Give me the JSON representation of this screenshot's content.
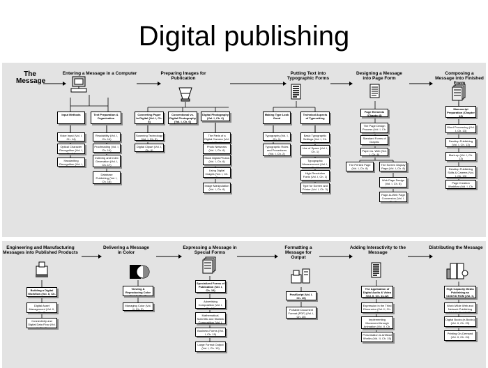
{
  "title": "Digital publishing",
  "stages": [
    {
      "name": "The Message"
    },
    {
      "name": "Entering a Message in a Computer",
      "cols": [
        {
          "head": "Input Methods",
          "items": [
            "Voice Input (Vol. I, Ch. 14)",
            "Optical Character Recognition (Vol. I, Ch. 14)",
            "Handwriting Recognition (Vol. I, Ch. 14)"
          ]
        },
        {
          "head": "Text Preparation & Organization",
          "items": [
            "Readability (Vol. I, Ch. 14)",
            "Proofreading (Vol. I, Ch. 14)",
            "Indexing and Index Generation (Vol. I, Ch. 17)",
            "Database Publishing (Vol. I, Ch. 16)"
          ]
        }
      ]
    },
    {
      "name": "Preparing Images for Publication",
      "cols": [
        {
          "head": "Converting Paper to Digital (Vol. I, Ch. 5)",
          "items": [
            "Scanning Technology (Vol. I, Ch. 5)",
            "Digital Clipart (Vol. I, Ch. 6)"
          ]
        },
        {
          "head": "Conventional vs. Digital Photography (Vol. I, Ch. 6)",
          "items": []
        },
        {
          "head": "Digital Photography (Vol. I, Ch. 6)",
          "items": [
            "The Parts of a Digital Camera (Vol. I, Ch. 6)",
            "Photo Networks (Vol. I, Ch. 6)",
            "Stock Digital Photos (Vol. I, Ch. 6)",
            "Using Digital Images (Vol. I, Ch. 6)",
            "Image Manipulation (Vol. I, Ch. 6)"
          ]
        }
      ]
    },
    {
      "name": "Putting Text into Typographic Forms",
      "cols": [
        {
          "head": "Making Type Look Good",
          "items": [
            "Typography (Vol. I, Ch. 1)",
            "Typographic Rules and Procedures (Vol. I, Ch. 2)"
          ]
        },
        {
          "head": "Technical Aspects of Typesetting",
          "items": [
            "Basic Typographic Settings (Vol. I, Ch. 1)",
            "Use of Space (Vol. I, Ch. 1)",
            "Typographic Measurement (Vol. I, Ch. 1)",
            "High-Resolution Fonts (Vol. I, Ch. 1)",
            "Type for Screen and Printer (Vol. I, Ch. 3)"
          ]
        }
      ]
    },
    {
      "name": "Designing a Message into Page Form",
      "cols": [
        {
          "head": "Page Elements (Chapter 8)",
          "items": [
            "The Page Design Process (Vol. I, Ch. 8)",
            "Standard Forms of Graphic Representation (Vol. I, Ch. 8)",
            "Paper vs. Web (Vol. I, Ch. 8)",
            "The Printed Page (Vol. I, Ch. 8)",
            "The Screen Display Page (Vol. I, Ch. 8)",
            "Web Page Design (Vol. I, Ch. 8)",
            "Page-to-Web Page Conversion (Vol. I, Ch. 8)"
          ]
        }
      ]
    },
    {
      "name": "Composing a Message into Finished Form",
      "cols": [
        {
          "head": "Manuscript Preparation (Chapter 13)",
          "items": [
            "Word Processing (Vol. I, Ch. 13)",
            "Desktop Publishing (Vol. I, Ch. 13)",
            "Mark-up (Vol. I, Ch. 13)",
            "Desktop Publishing Skills & Careers (Vol. I, Ch. 13)",
            "Page Creation Workflow (Vol. I, Ch. 18)"
          ]
        }
      ]
    },
    {
      "name": "Engineering and Manufacturing Messages into Published Products",
      "cols": [
        {
          "head": "Building a Digital Workflow (Vol. II, Ch. 6)",
          "items": [
            "Digital Asset Management (Vol. II, Ch. 7)",
            "Connectivity and Digital Data Flow (Vol. II, Ch. 6)"
          ]
        }
      ]
    },
    {
      "name": "Delivering a Message in Color",
      "cols": [
        {
          "head": "Viewing & Reproducing Color (Vol. II, Ch. 3)",
          "items": [
            "Managing Color (Vol. II, Ch. 3)"
          ]
        }
      ]
    },
    {
      "name": "Expressing a Message in Special Forms",
      "cols": [
        {
          "head": "Specialized Forms of Publication (Vol. I, Ch. 19)",
          "items": [
            "Advertising Composition (Vol. I, Ch. 19)",
            "Mathematical, Scientific and Statistic Composition (Vol. I, Ch. 19)",
            "Business Forms (Vol. I, Ch. 19)",
            "Large Format Output (Vol. I, Ch. 19)"
          ]
        }
      ]
    },
    {
      "name": "Formatting a Message for Output",
      "cols": [
        {
          "head": "PostScript (Vol. I, Ch. 10)",
          "items": [
            "Portable Document Format (PDF) (Vol. I, Ch. 10)"
          ]
        }
      ]
    },
    {
      "name": "Adding Interactivity to the Message",
      "cols": [
        {
          "head": "The Application of Digital Audio & Video (Vol. II, Ch. 11-12)",
          "items": [
            "Expression in the Third Dimension (Vol. II, Ch. 13)",
            "Implementing Movement through Animation (Vol. II, Ch. 14)",
            "Presentation is Artificial Worlds (Vol. II, Ch. 15)"
          ]
        }
      ]
    },
    {
      "name": "Distributing the Message",
      "cols": [
        {
          "head": "High Capacity Media Publishing as CD/DVD ROM (Vol. II, Ch. 16)",
          "items": [
            "World Wide Web and Network Publishing (Vol. II, Ch. 17-20)",
            "Digital Books (e-Books) (Vol. II, Ch. 23)",
            "Printing On-Demand (Vol. II, Ch. 24)"
          ]
        }
      ]
    }
  ]
}
